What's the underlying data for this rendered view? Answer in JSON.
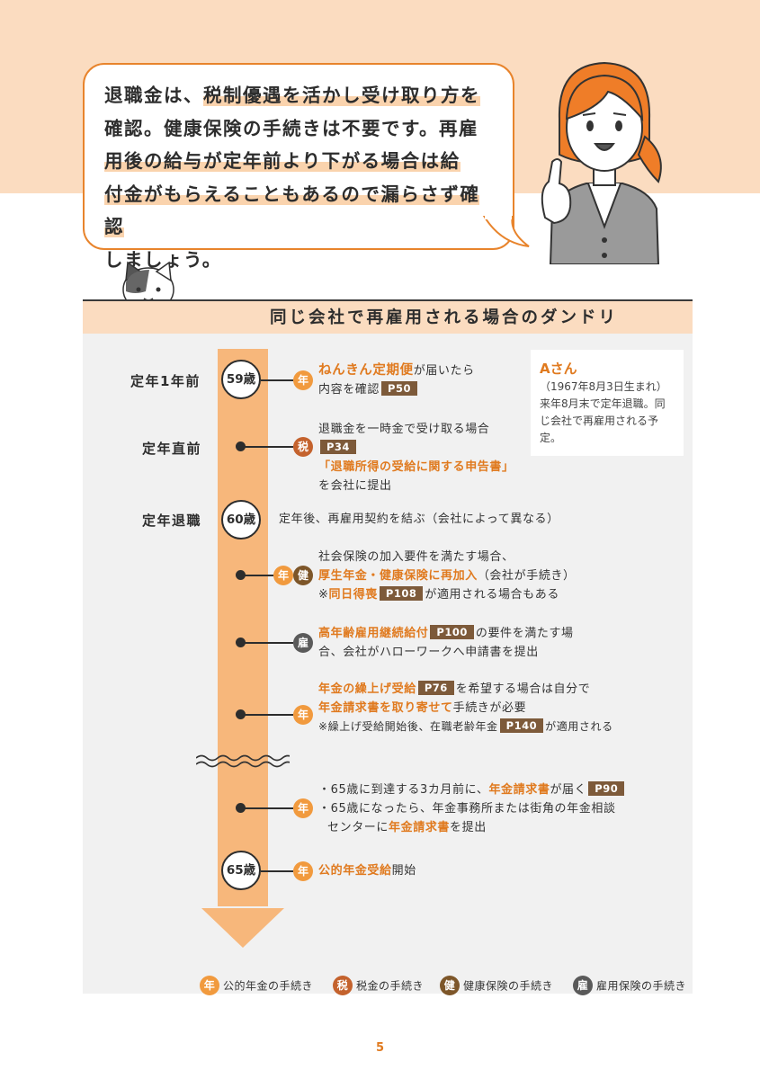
{
  "bubble": {
    "lines": [
      [
        "退職金は、",
        "税制優遇を活かし受け取り方を",
        ""
      ],
      [
        "確認。健康保険の手続きは不要です。再雇",
        "",
        ""
      ],
      [
        "用後の給与が定年前より下がる場合は給",
        "",
        ""
      ],
      [
        "付金がもらえることもあるので漏らさず確認",
        "",
        ""
      ],
      [
        "しましょう。",
        "",
        ""
      ]
    ]
  },
  "section_title": "同じ会社で再雇用される場合のダンドリ",
  "case": {
    "name": "Aさん",
    "detail": "（1967年8月3日生まれ）",
    "line1": "来年8月末で定年退職。同",
    "line2": "じ会社で再雇用される予",
    "line3": "定。"
  },
  "stages": {
    "s1": "定年1年前",
    "s2": "定年直前",
    "s3": "定年退職"
  },
  "ages": {
    "a59": "59歳",
    "a60": "60歳",
    "a65": "65歳"
  },
  "badges": {
    "nen": "年",
    "zei": "税",
    "ken": "健",
    "ko": "雇"
  },
  "items": {
    "i1": {
      "em": "ねんきん定期便",
      "t1": "が届いたら",
      "t2": "内容を確認",
      "ref": "P50"
    },
    "i2": {
      "t1": "退職金を一時金で受け取る場合",
      "ref": "P34",
      "em": "「退職所得の受給に関する申告書」",
      "t2": "を会社に提出"
    },
    "i3": {
      "t1": "定年後、再雇用契約を結ぶ（会社によって異なる）"
    },
    "i4": {
      "t1": "社会保険の加入要件を満たす場合、",
      "em1": "厚生年金・健康保険に再加入",
      "t2": "（会社が手続き）",
      "t3": "※",
      "em2": "同日得喪",
      "ref": "P108",
      "t4": "が適用される場合もある"
    },
    "i5": {
      "em": "高年齢雇用継続給付",
      "ref": "P100",
      "t1": "の要件を満たす場",
      "t2": "合、会社がハローワークへ申請書を提出"
    },
    "i6": {
      "em1": "年金の繰上げ受給",
      "ref1": "P76",
      "t1": "を希望する場合は自分で",
      "em2": "年金請求書を取り寄せて",
      "t2": "手続きが必要",
      "t3": "※繰上げ受給開始後、在職老齢年金",
      "ref2": "P140",
      "t4": "が適用される"
    },
    "i7": {
      "t1": "・65歳に到達する3カ月前に、",
      "em1": "年金請求書",
      "t2": "が届く",
      "ref": "P90",
      "t3": "・65歳になったら、年金事務所または街角の年金相談",
      "t4": "センターに",
      "em2": "年金請求書",
      "t5": "を提出"
    },
    "i8": {
      "em": "公的年金受給",
      "t1": "開始"
    }
  },
  "legend": [
    {
      "badge": "年",
      "label": "公的年金の手続き"
    },
    {
      "badge": "税",
      "label": "税金の手続き"
    },
    {
      "badge": "健",
      "label": "健康保険の手続き"
    },
    {
      "badge": "雇",
      "label": "雇用保険の手続き"
    }
  ],
  "page_number": "5",
  "colors": {
    "accent": "#e07a1f",
    "band": "#fbdcc0",
    "nen_badge": "#f19a3e",
    "zei_badge": "#c4622d",
    "ken_badge": "#7d5629",
    "ko_badge": "#5a5a5a",
    "ref_tag": "#7d5a3a"
  }
}
